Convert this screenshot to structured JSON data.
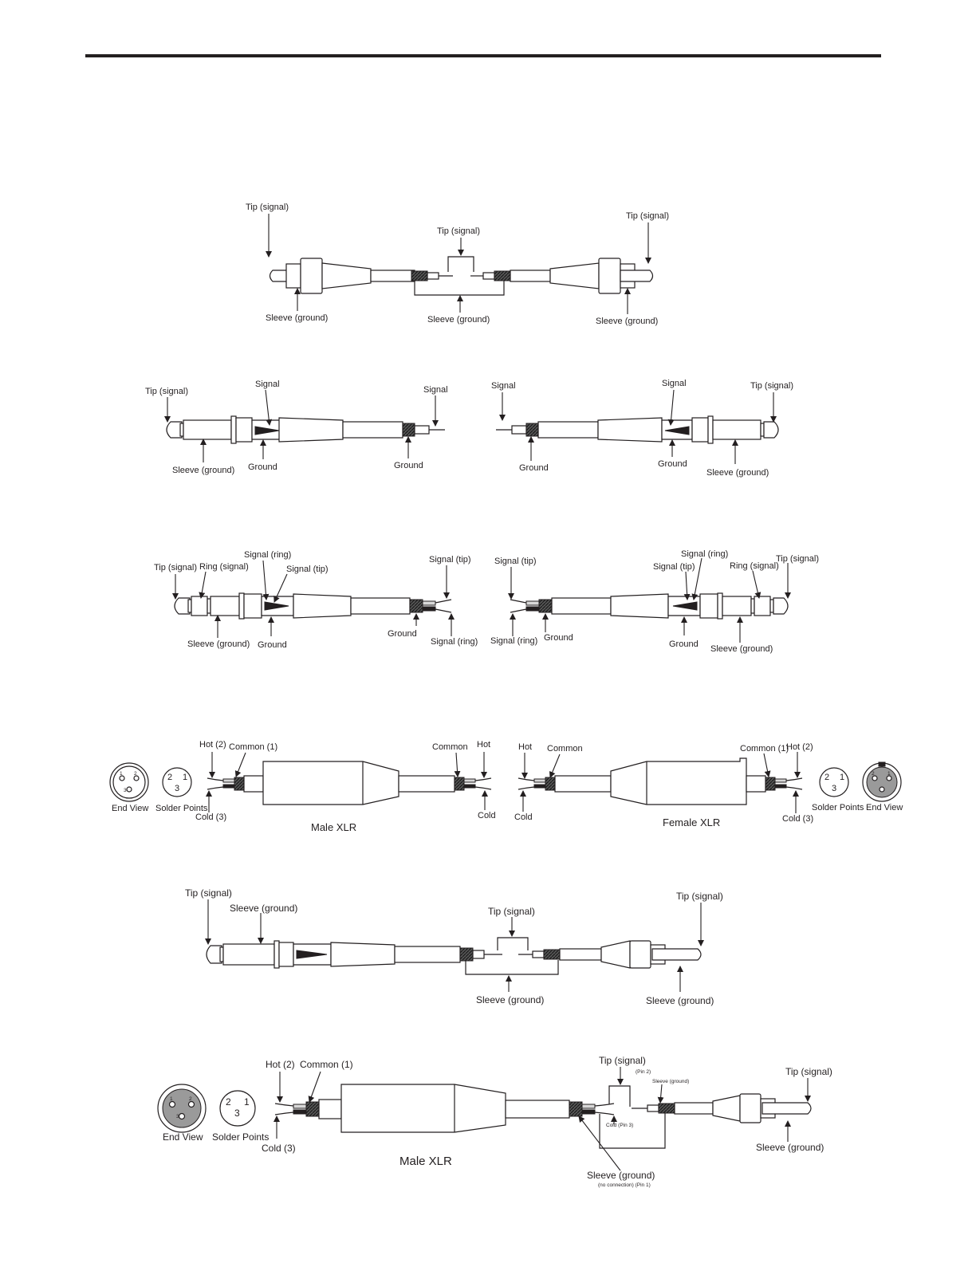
{
  "rca_to_rca": {
    "left_tip": "Tip (signal)",
    "center_tip": "Tip (signal)",
    "right_tip": "Tip (signal)",
    "left_sleeve": "Sleeve (ground)",
    "center_sleeve": "Sleeve (ground)",
    "right_sleeve": "Sleeve (ground)"
  },
  "ts_plug": {
    "left": {
      "tip": "Tip (signal)",
      "signal_inner": "Signal",
      "signal_end": "Signal",
      "sleeve": "Sleeve (ground)",
      "ground_inner": "Ground",
      "ground_end": "Ground"
    },
    "right": {
      "signal_end": "Signal",
      "signal_inner": "Signal",
      "tip": "Tip (signal)",
      "ground_end": "Ground",
      "ground_inner": "Ground",
      "sleeve": "Sleeve (ground)"
    }
  },
  "trs_plug": {
    "left": {
      "tip": "Tip (signal)",
      "ring": "Ring (signal)",
      "signal_ring_inner": "Signal (ring)",
      "signal_tip_inner": "Signal (tip)",
      "signal_tip_end": "Signal (tip)",
      "sleeve": "Sleeve (ground)",
      "ground_inner": "Ground",
      "ground_end": "Ground",
      "signal_ring_end": "Signal (ring)"
    },
    "right": {
      "signal_tip_end": "Signal (tip)",
      "signal_tip_inner": "Signal (tip)",
      "signal_ring_inner": "Signal (ring)",
      "ring": "Ring (signal)",
      "tip": "Tip (signal)",
      "signal_ring_end": "Signal (ring)",
      "ground_end": "Ground",
      "ground_inner": "Ground",
      "sleeve": "Sleeve (ground)"
    }
  },
  "xlr": {
    "male": {
      "end_view": "End View",
      "solder_points": "Solder Points",
      "hot": "Hot (2)",
      "common": "Common (1)",
      "cold": "Cold (3)",
      "hot_end": "Hot",
      "common_end": "Common",
      "cold_end": "Cold",
      "caption": "Male XLR"
    },
    "female": {
      "hot_end": "Hot",
      "common_end": "Common",
      "cold_end": "Cold",
      "common": "Common (1)",
      "hot": "Hot (2)",
      "cold": "Cold (3)",
      "solder_points": "Solder Points",
      "end_view": "End View",
      "caption": "Female XLR"
    },
    "pins": {
      "p1": "1",
      "p2": "2",
      "p3": "3"
    }
  },
  "ts_to_rca": {
    "tip_left": "Tip (signal)",
    "sleeve_left": "Sleeve (ground)",
    "tip_center": "Tip (signal)",
    "tip_right": "Tip (signal)",
    "sleeve_center": "Sleeve (ground)",
    "sleeve_right": "Sleeve (ground)"
  },
  "xlr_to_rca": {
    "hot": "Hot (2)",
    "common": "Common (1)",
    "cold": "Cold (3)",
    "end_view": "End View",
    "solder_points": "Solder Points",
    "caption": "Male XLR",
    "tip_center": "Tip (signal)",
    "pin2": "(Pin 2)",
    "sleeve_small": "Sleeve (ground)",
    "cold_pin3": "Cold (Pin 3)",
    "sleeve_bottom": "Sleeve (ground)",
    "no_connection": "(no connection)  (Pin 1)",
    "tip_right": "Tip (signal)",
    "sleeve_right": "Sleeve (ground)"
  }
}
